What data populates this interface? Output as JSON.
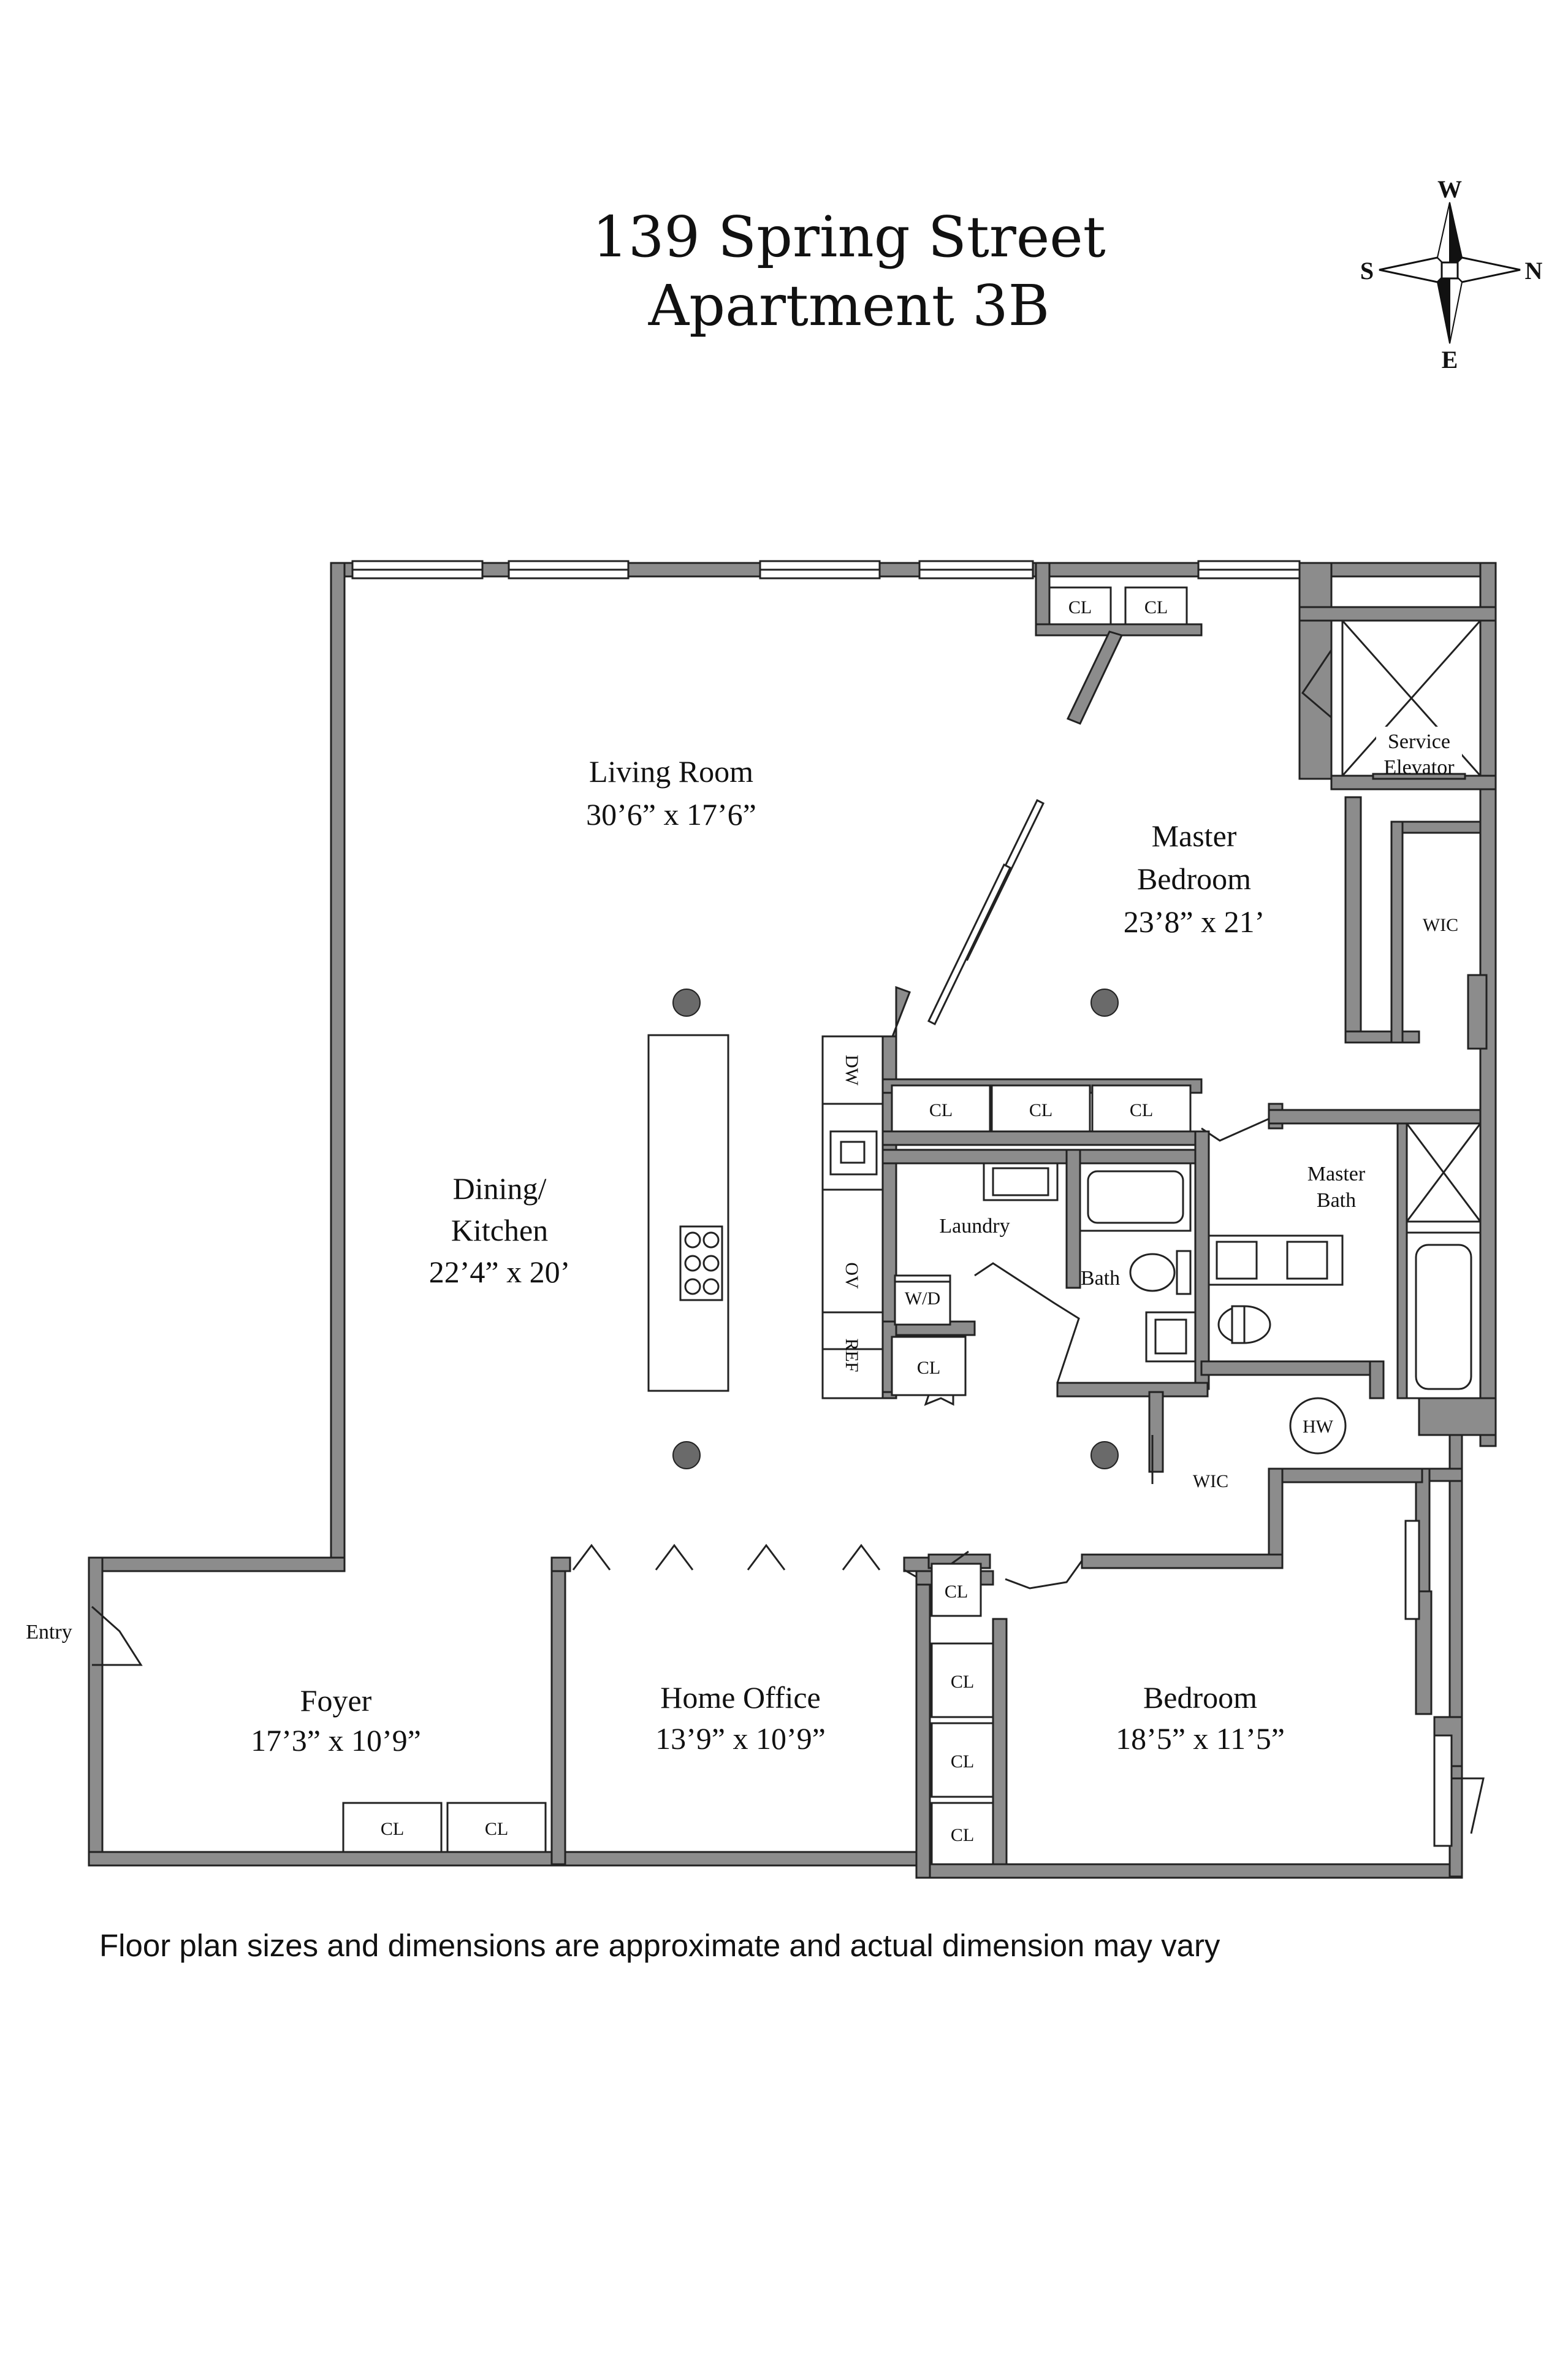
{
  "header": {
    "title_line1": "139 Spring Street",
    "title_line2": "Apartment 3B"
  },
  "compass": {
    "north": "N",
    "south": "S",
    "east": "E",
    "west": "W"
  },
  "rooms": {
    "living_room": {
      "name": "Living Room",
      "dims": "30’6” x 17’6”"
    },
    "master_bedroom": {
      "name_line1": "Master",
      "name_line2": "Bedroom",
      "dims": "23’8” x 21’"
    },
    "dining_kitchen": {
      "name_line1": "Dining/",
      "name_line2": "Kitchen",
      "dims": "22’4” x 20’"
    },
    "foyer": {
      "name": "Foyer",
      "dims": "17’3” x 10’9”"
    },
    "home_office": {
      "name": "Home Office",
      "dims": "13’9” x 10’9”"
    },
    "bedroom": {
      "name": "Bedroom",
      "dims": "18’5” x 11’5”"
    }
  },
  "labels": {
    "closet": "CL",
    "service_elevator_line1": "Service",
    "service_elevator_line2": "Elevator",
    "wic": "WIC",
    "master_bath_line1": "Master",
    "master_bath_line2": "Bath",
    "laundry": "Laundry",
    "bath": "Bath",
    "washer_dryer": "W/D",
    "dishwasher": "DW",
    "oven": "OV",
    "refrigerator": "REF",
    "hot_water": "HW",
    "entry": "Entry"
  },
  "footer": {
    "disclaimer": "Floor plan sizes and dimensions are approximate and actual dimension may vary"
  }
}
